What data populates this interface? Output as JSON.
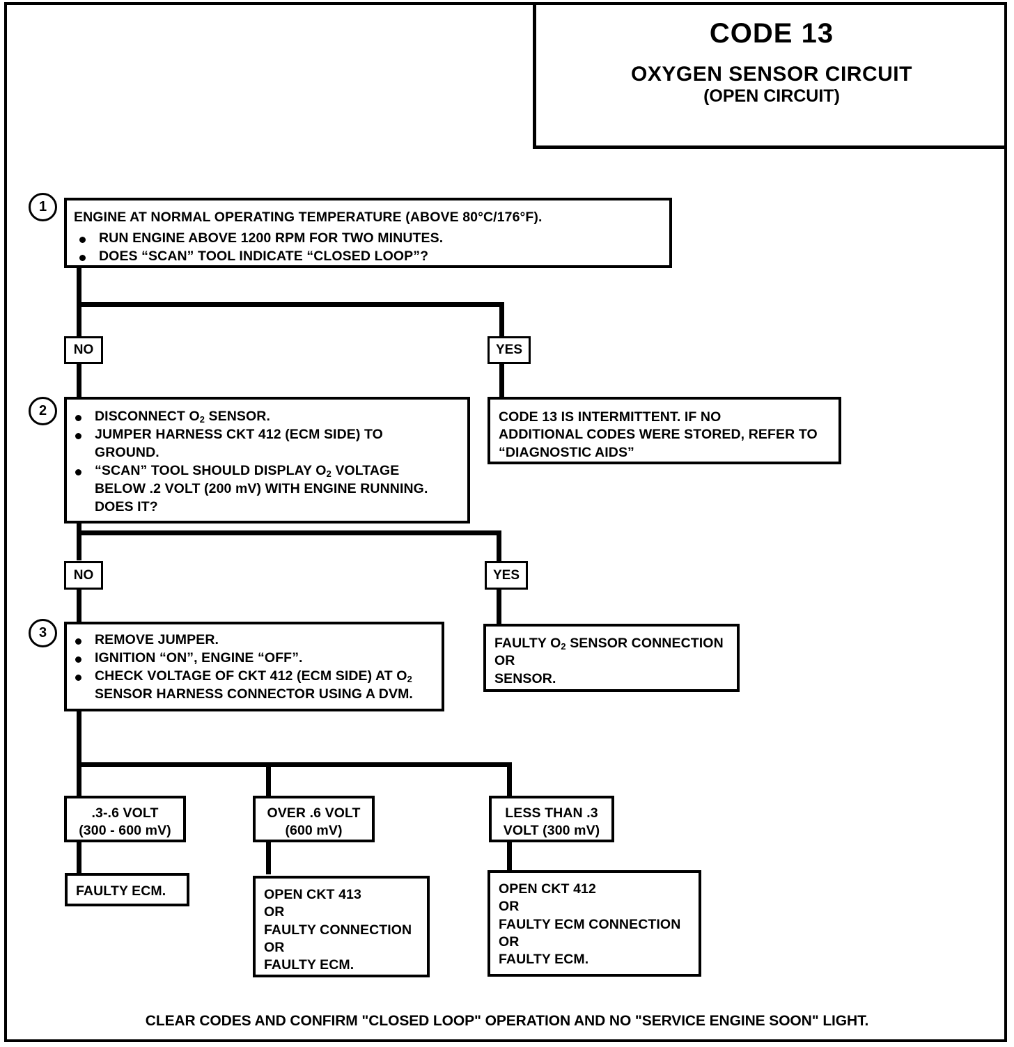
{
  "title": {
    "code": "CODE 13",
    "main": "OXYGEN SENSOR CIRCUIT",
    "sub": "(OPEN CIRCUIT)"
  },
  "steps": {
    "one": {
      "number": "1",
      "heading": "ENGINE AT NORMAL OPERATING TEMPERATURE (ABOVE 80°C/176°F).",
      "bullet1": "RUN ENGINE ABOVE 1200 RPM FOR TWO MINUTES.",
      "bullet2": "DOES “SCAN” TOOL INDICATE “CLOSED LOOP”?"
    },
    "two": {
      "number": "2",
      "bullet1": "DISCONNECT O",
      "bullet1_sub": "2",
      "bullet1_rest": " SENSOR.",
      "bullet2_a": "JUMPER HARNESS CKT 412 (ECM SIDE) TO",
      "bullet2_b": "GROUND.",
      "bullet3_a_pre": "“SCAN” TOOL SHOULD DISPLAY O",
      "bullet3_a_sub": "2",
      "bullet3_a_post": " VOLTAGE",
      "bullet3_b": "BELOW .2  VOLT (200 mV) WITH ENGINE RUNNING.",
      "bullet3_c": "DOES IT?"
    },
    "three": {
      "number": "3",
      "bullet1": "REMOVE JUMPER.",
      "bullet2": "IGNITION “ON”,  ENGINE  “OFF”.",
      "bullet3_a_pre": "CHECK VOLTAGE OF CKT 412 (ECM SIDE) AT O",
      "bullet3_a_sub": "2",
      "bullet3_b": "SENSOR HARNESS CONNECTOR USING A DVM."
    }
  },
  "branches": {
    "no1": "NO",
    "yes1": "YES",
    "no2": "NO",
    "yes2": "YES"
  },
  "results": {
    "intermittent": {
      "line1": "CODE 13 IS INTERMITTENT.  IF NO",
      "line2": "ADDITIONAL CODES WERE STORED, REFER TO",
      "line3": "“DIAGNOSTIC AIDS”"
    },
    "faulty_sensor": {
      "line1_pre": "FAULTY O",
      "line1_sub": "2",
      "line1_post": " SENSOR CONNECTION",
      "line2": "OR",
      "line3": "SENSOR."
    }
  },
  "voltage_ranges": {
    "mid": {
      "line1": ".3-.6 VOLT",
      "line2": "(300 - 600 mV)"
    },
    "high": {
      "line1": "OVER  .6  VOLT",
      "line2": "(600 mV)"
    },
    "low": {
      "line1": "LESS THAN .3",
      "line2": "VOLT (300 mV)"
    }
  },
  "outcomes": {
    "mid": {
      "line1": "FAULTY ECM."
    },
    "high": {
      "line1": "OPEN CKT 413",
      "line2": "OR",
      "line3": "FAULTY CONNECTION",
      "line4": "OR",
      "line5": "FAULTY ECM."
    },
    "low": {
      "line1": "OPEN CKT  412",
      "line2": "OR",
      "line3": "FAULTY ECM CONNECTION",
      "line4": "OR",
      "line5": "FAULTY ECM."
    }
  },
  "footer": {
    "text": "CLEAR CODES AND CONFIRM \"CLOSED LOOP\"  OPERATION AND NO \"SERVICE  ENGINE SOON\" LIGHT."
  },
  "colors": {
    "ink": "#000000",
    "paper": "#ffffff"
  }
}
